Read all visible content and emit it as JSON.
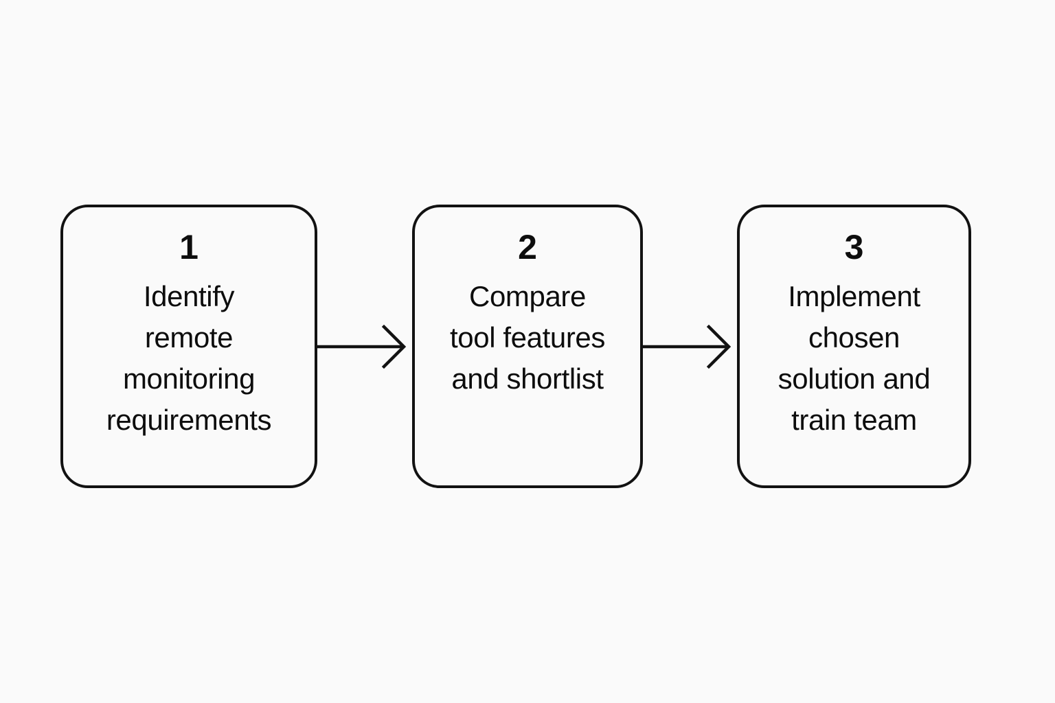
{
  "diagram": {
    "type": "horizontal-process-flow",
    "background_color": "#fafafa",
    "stroke_color": "#121212",
    "text_color": "#0d0d0d",
    "steps": [
      {
        "number": "1",
        "label": "Identify\nremote\nmonitoring\nrequirements",
        "label_lines": [
          "Identify",
          "remote",
          "monitoring",
          "requirements"
        ]
      },
      {
        "number": "2",
        "label": "Compare\ntool features\nand shortlist",
        "label_lines": [
          "Compare",
          "tool features",
          "and shortlist"
        ]
      },
      {
        "number": "3",
        "label": "Implement\nchosen\nsolution and\ntrain team",
        "label_lines": [
          "Implement",
          "chosen",
          "solution and",
          "train team"
        ]
      }
    ],
    "connectors": [
      {
        "from": "1",
        "to": "2",
        "style": "arrow-right"
      },
      {
        "from": "2",
        "to": "3",
        "style": "arrow-right"
      }
    ]
  }
}
